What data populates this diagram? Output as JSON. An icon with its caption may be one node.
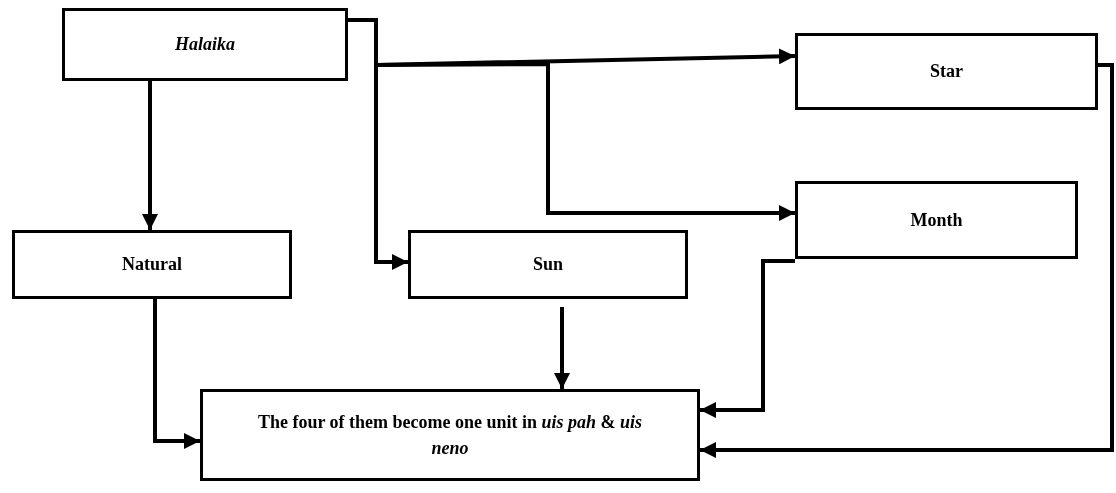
{
  "diagram": {
    "nodes": [
      {
        "text": [
          "Halaika"
        ]
      },
      {
        "text": [
          "Star"
        ]
      },
      {
        "text": [
          "Month"
        ]
      },
      {
        "text": [
          "Natural"
        ]
      },
      {
        "text": [
          "Sun"
        ]
      },
      {
        "text": [
          "The four of them become one unit in *uis pah* & *uis neno*"
        ]
      }
    ],
    "edges": [
      {
        "from": 0,
        "to": 3,
        "arrow": "to"
      },
      {
        "from": 0,
        "to": 4,
        "arrow": "to"
      },
      {
        "from": 0,
        "to": 1,
        "arrow": "to"
      },
      {
        "from": 0,
        "to": 2,
        "arrow": "to"
      },
      {
        "from": 3,
        "to": 5,
        "arrow": "to"
      },
      {
        "from": 4,
        "to": 5,
        "arrow": "to"
      },
      {
        "from": 2,
        "to": 5,
        "arrow": "to"
      },
      {
        "from": 1,
        "to": 5,
        "arrow": "to"
      }
    ]
  }
}
